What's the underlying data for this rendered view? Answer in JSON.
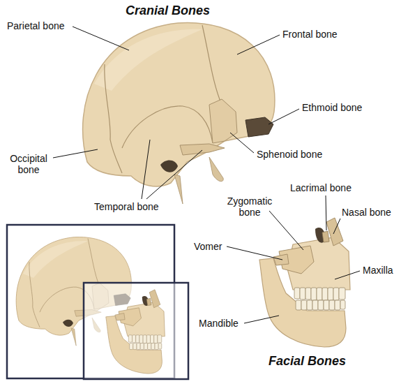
{
  "diagram": {
    "title": "Cranial Bones",
    "labels": [
      "Parietal bone",
      "Frontal bone",
      "Ethmoid bone",
      "Sphenoid bone",
      "Occipital bone",
      "Temporal bone",
      "Lacrimal bone",
      "Zygomatic bone",
      "Nasal bone",
      "Vomer",
      "Maxilla",
      "Mandible",
      "Facial Bones"
    ]
  }
}
